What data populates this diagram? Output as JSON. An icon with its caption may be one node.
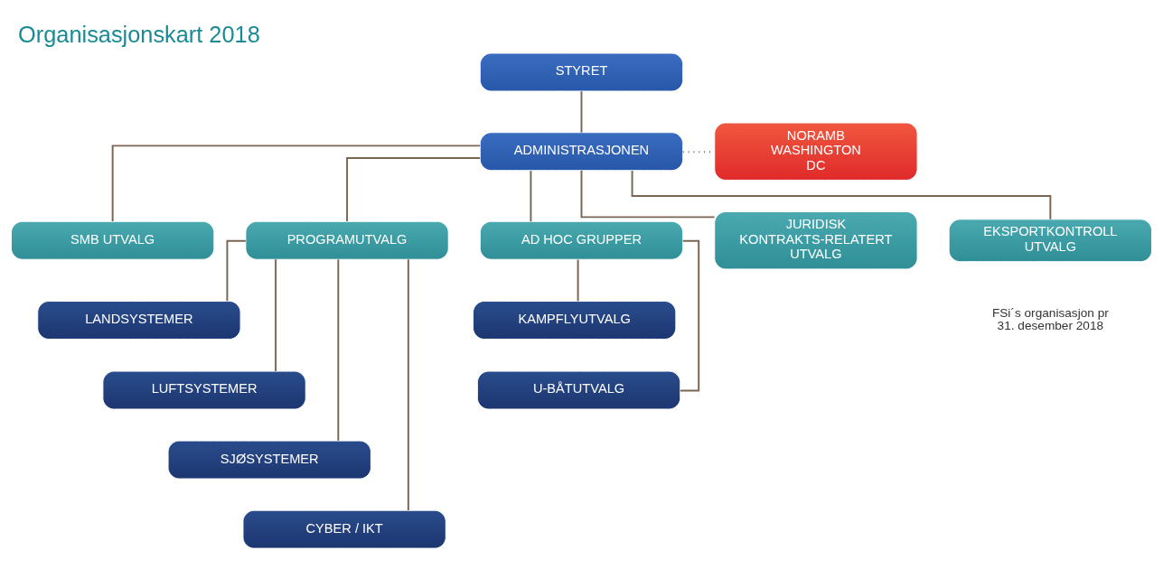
{
  "diagram": {
    "title": "Organisasjonskart 2018",
    "caption": "FSi´s organisasjon pr 31. desember 2018",
    "nodes": [
      {
        "text": [
          "STYRET"
        ]
      },
      {
        "text": [
          "ADMINISTRASJONEN"
        ]
      },
      {
        "text": [
          "NORAMB WASHINGTON DC"
        ]
      },
      {
        "text": [
          "SMB UTVALG"
        ]
      },
      {
        "text": [
          "PROGRAMUTVALG"
        ]
      },
      {
        "text": [
          "AD HOC GRUPPER"
        ]
      },
      {
        "text": [
          "JURIDISK KONTRAKTS-RELATERT UTVALG"
        ]
      },
      {
        "text": [
          "EKSPORTKONTROLL UTVALG"
        ]
      },
      {
        "text": [
          "LANDSYSTEMER"
        ]
      },
      {
        "text": [
          "LUFTSYSTEMER"
        ]
      },
      {
        "text": [
          "SJØSYSTEMER"
        ]
      },
      {
        "text": [
          "CYBER / IKT"
        ]
      },
      {
        "text": [
          "KAMPFLYUTVALG"
        ]
      },
      {
        "text": [
          "U-BÅTUTVALG"
        ]
      }
    ],
    "edges": [
      {
        "from": 0,
        "to": 1,
        "arrow": "none"
      },
      {
        "from": 1,
        "to": 2,
        "arrow": "none",
        "style": "dashed"
      },
      {
        "from": 1,
        "to": 3,
        "arrow": "none"
      },
      {
        "from": 1,
        "to": 4,
        "arrow": "none"
      },
      {
        "from": 1,
        "to": 5,
        "arrow": "none"
      },
      {
        "from": 1,
        "to": 6,
        "arrow": "none"
      },
      {
        "from": 1,
        "to": 7,
        "arrow": "none"
      },
      {
        "from": 4,
        "to": 8,
        "arrow": "none"
      },
      {
        "from": 4,
        "to": 9,
        "arrow": "none"
      },
      {
        "from": 4,
        "to": 10,
        "arrow": "none"
      },
      {
        "from": 4,
        "to": 11,
        "arrow": "none"
      },
      {
        "from": 5,
        "to": 12,
        "arrow": "none"
      },
      {
        "from": 5,
        "to": 13,
        "arrow": "none"
      }
    ]
  }
}
